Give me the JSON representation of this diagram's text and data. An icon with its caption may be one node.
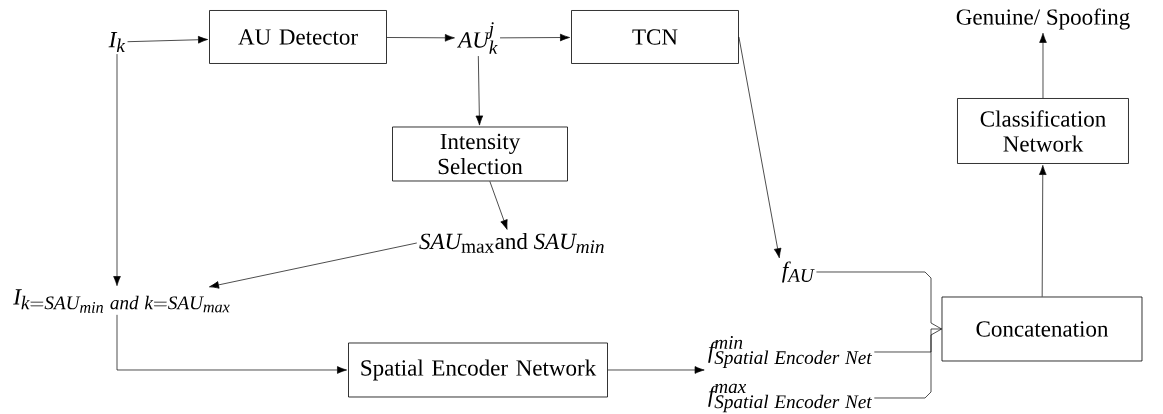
{
  "diagram": {
    "nodes": [
      {
        "text": [
          "I_k"
        ]
      },
      {
        "text": [
          "AU Detector"
        ]
      },
      {
        "text": [
          "AU_k^j"
        ]
      },
      {
        "text": [
          "TCN"
        ]
      },
      {
        "text": [
          "Intensity Selection"
        ]
      },
      {
        "text": [
          "SAU_{\\mathrm{max}}\\mathrm{and}\\ SAU_{min}"
        ]
      },
      {
        "text": [
          "I_{k=SAU_{min}\\ and\\ k=SAU_{max}}"
        ]
      },
      {
        "text": [
          "Spatial Encoder Network"
        ]
      },
      {
        "text": [
          "f_{AU}"
        ]
      },
      {
        "text": [
          "f^{min}_{Spatial\\ Encoder\\ Net}"
        ]
      },
      {
        "text": [
          "f^{max}_{Spatial\\ Encoder\\ Net}"
        ]
      },
      {
        "text": [
          "Concatenation"
        ]
      },
      {
        "text": [
          "Classification Network"
        ]
      },
      {
        "text": [
          "Genuine/ Spoofing"
        ]
      }
    ],
    "edges": [
      {
        "from": 0,
        "to": 1,
        "arrow": "to"
      },
      {
        "from": 1,
        "to": 2,
        "arrow": "to"
      },
      {
        "from": 2,
        "to": 3,
        "arrow": "to"
      },
      {
        "from": 2,
        "to": 4,
        "arrow": "to"
      },
      {
        "from": 4,
        "to": 5,
        "arrow": "to"
      },
      {
        "from": 0,
        "to": 6,
        "arrow": "to"
      },
      {
        "from": 5,
        "to": 6,
        "arrow": "to"
      },
      {
        "from": 6,
        "to": 7,
        "arrow": "to"
      },
      {
        "from": 3,
        "to": 8,
        "arrow": "to"
      },
      {
        "from": 7,
        "to": 9,
        "arrow": "to"
      },
      {
        "from": 8,
        "to": 11,
        "arrow": "none"
      },
      {
        "from": 9,
        "to": 11,
        "arrow": "none"
      },
      {
        "from": 10,
        "to": 11,
        "arrow": "none"
      },
      {
        "from": 11,
        "to": 12,
        "arrow": "to"
      },
      {
        "from": 12,
        "to": 13,
        "arrow": "to"
      }
    ]
  }
}
